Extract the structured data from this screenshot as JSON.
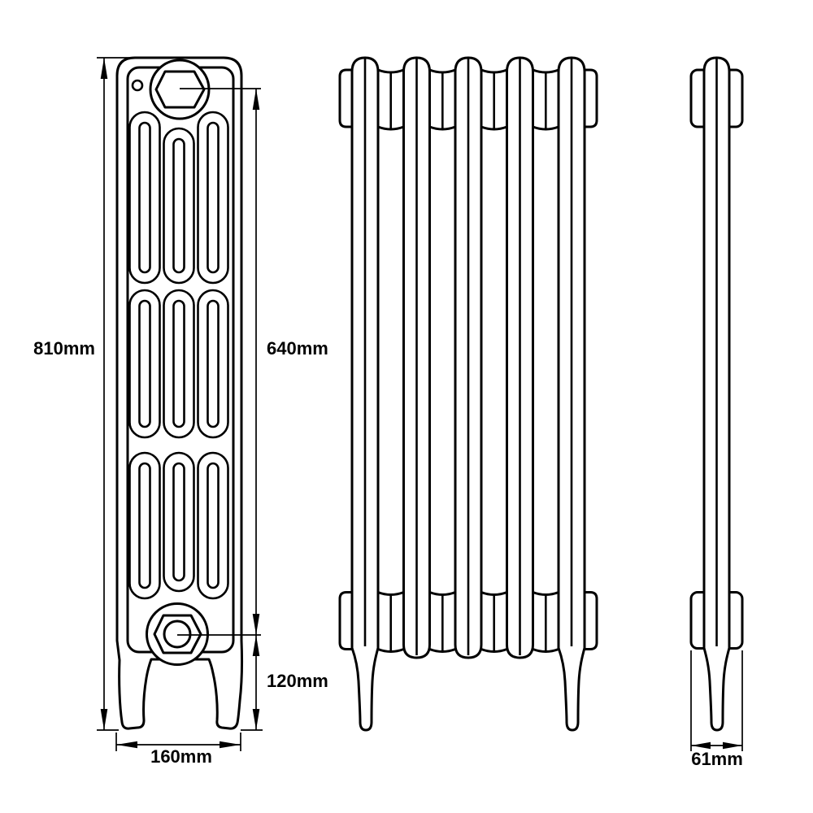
{
  "drawing": {
    "title": "Cast iron column radiator technical dimension drawing",
    "views": {
      "side_view": "radiator side elevation with top and bottom bushings and feet",
      "front_view": "radiator front elevation with five sections",
      "profile_view": "single section end profile"
    },
    "dimensions": {
      "overall_height": "810mm",
      "pipe_centres": "640mm",
      "floor_to_pipe_centre": "120mm",
      "depth": "160mm",
      "section_width": "61mm"
    },
    "colors": {
      "line": "#000000",
      "background": "#ffffff"
    }
  }
}
